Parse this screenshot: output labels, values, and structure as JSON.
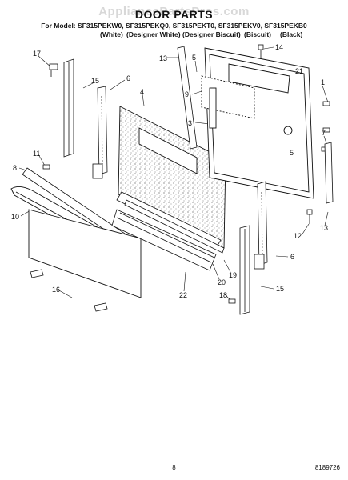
{
  "watermark": "AppliancePartsPros.com",
  "title": "DOOR PARTS",
  "models_line": "For Model: SF315PEKW0, SF315PEKQ0, SF315PEKT0, SF315PEKV0, SF315PEKB0",
  "color_labels": [
    "(White)",
    "(Designer White)",
    "(Designer Biscuit)",
    "(Biscuit)",
    "(Black)"
  ],
  "callouts": [
    "17",
    "15",
    "6",
    "4",
    "13",
    "5",
    "14",
    "21",
    "1",
    "9",
    "3",
    "7",
    "5",
    "11",
    "8",
    "10",
    "12",
    "13",
    "6",
    "20",
    "19",
    "22",
    "16",
    "18",
    "15"
  ],
  "page_number": "8",
  "doc_number": "8189726"
}
